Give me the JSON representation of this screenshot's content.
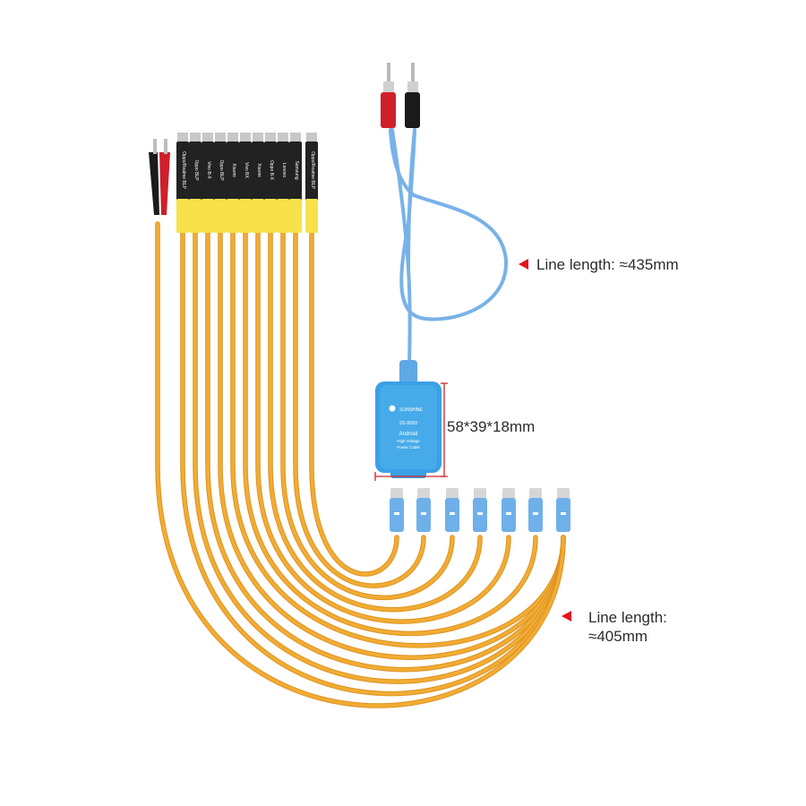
{
  "annotations": {
    "top_length": "Line length: ≈435mm",
    "dimensions": "58*39*18mm",
    "bottom_length_line1": "Line length:",
    "bottom_length_line2": "≈405mm"
  },
  "module": {
    "line1": "SS-905H",
    "line2": "Android",
    "line3": "High Voltage",
    "line4": "Power Cable"
  },
  "connector_labels": [
    "Oppo/Realme BLP",
    "Oppo BLP",
    "Vivo B-X",
    "Oppo BLP",
    "Xiaomi",
    "Vivo BX",
    "Xiaomi",
    "Oppo B-X",
    "Lenovo",
    "Samsung",
    "Oppo/Realme BLP"
  ],
  "colors": {
    "background": "#ffffff",
    "orange_cable": "#f2ac34",
    "orange_cable_dark": "#dc9322",
    "yellow_sleeve": "#f7e24a",
    "blue_cable": "#7ab4ea",
    "blue_module": "#3aa0e6",
    "red_plug": "#cf1f2a",
    "black_plug": "#1b1b1b",
    "dimension_line": "#d0232a",
    "arrow": "#e3141b"
  }
}
